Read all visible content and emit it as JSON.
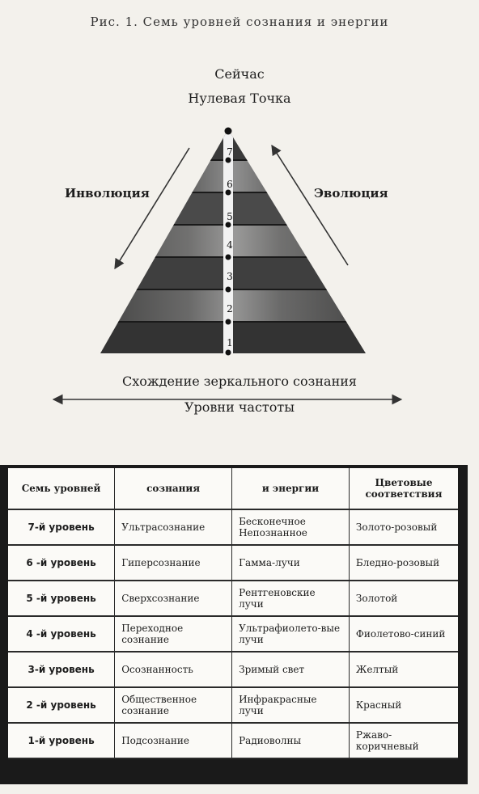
{
  "figure": {
    "title": "Рис. 1. Семь уровней сознания и энергии",
    "top_label": "Сейчас",
    "apex_label": "Нулевая Точка",
    "left_arrow_label": "Инволюция",
    "right_arrow_label": "Эволюция",
    "bottom_label": "Схождение зеркального сознания",
    "axis_label": "Уровни частоты",
    "level_numbers": [
      "7",
      "6",
      "5",
      "4",
      "3",
      "2",
      "1"
    ]
  },
  "table": {
    "headers": [
      "Семь уровней",
      "сознания",
      "и энергии",
      "Цветовые соответствия"
    ],
    "rows": [
      {
        "level": "7-й уровень",
        "consciousness": "Ультрасознание",
        "energy": "Бесконечное Непознанное",
        "color": "Золото-розовый"
      },
      {
        "level": "6 -й уровень",
        "consciousness": "Гиперсознание",
        "energy": "Гамма-лучи",
        "color": "Бледно-розовый"
      },
      {
        "level": "5 -й уровень",
        "consciousness": "Сверхсознание",
        "energy": "Рентгеновские лучи",
        "color": "Золотой"
      },
      {
        "level": "4 -й уровень",
        "consciousness": "Переходное сознание",
        "energy": "Ультрафиолето-вые лучи",
        "color": "Фиолетово-синий"
      },
      {
        "level": "3-й уровень",
        "consciousness": "Осознанность",
        "energy": "Зримый свет",
        "color": "Желтый"
      },
      {
        "level": "2 -й уровень",
        "consciousness": "Общественное сознание",
        "energy": "Инфракрасные лучи",
        "color": "Красный"
      },
      {
        "level": "1-й уровень",
        "consciousness": "Подсознание",
        "energy": "Радиоволны",
        "color": "Ржаво-коричневый"
      }
    ]
  }
}
